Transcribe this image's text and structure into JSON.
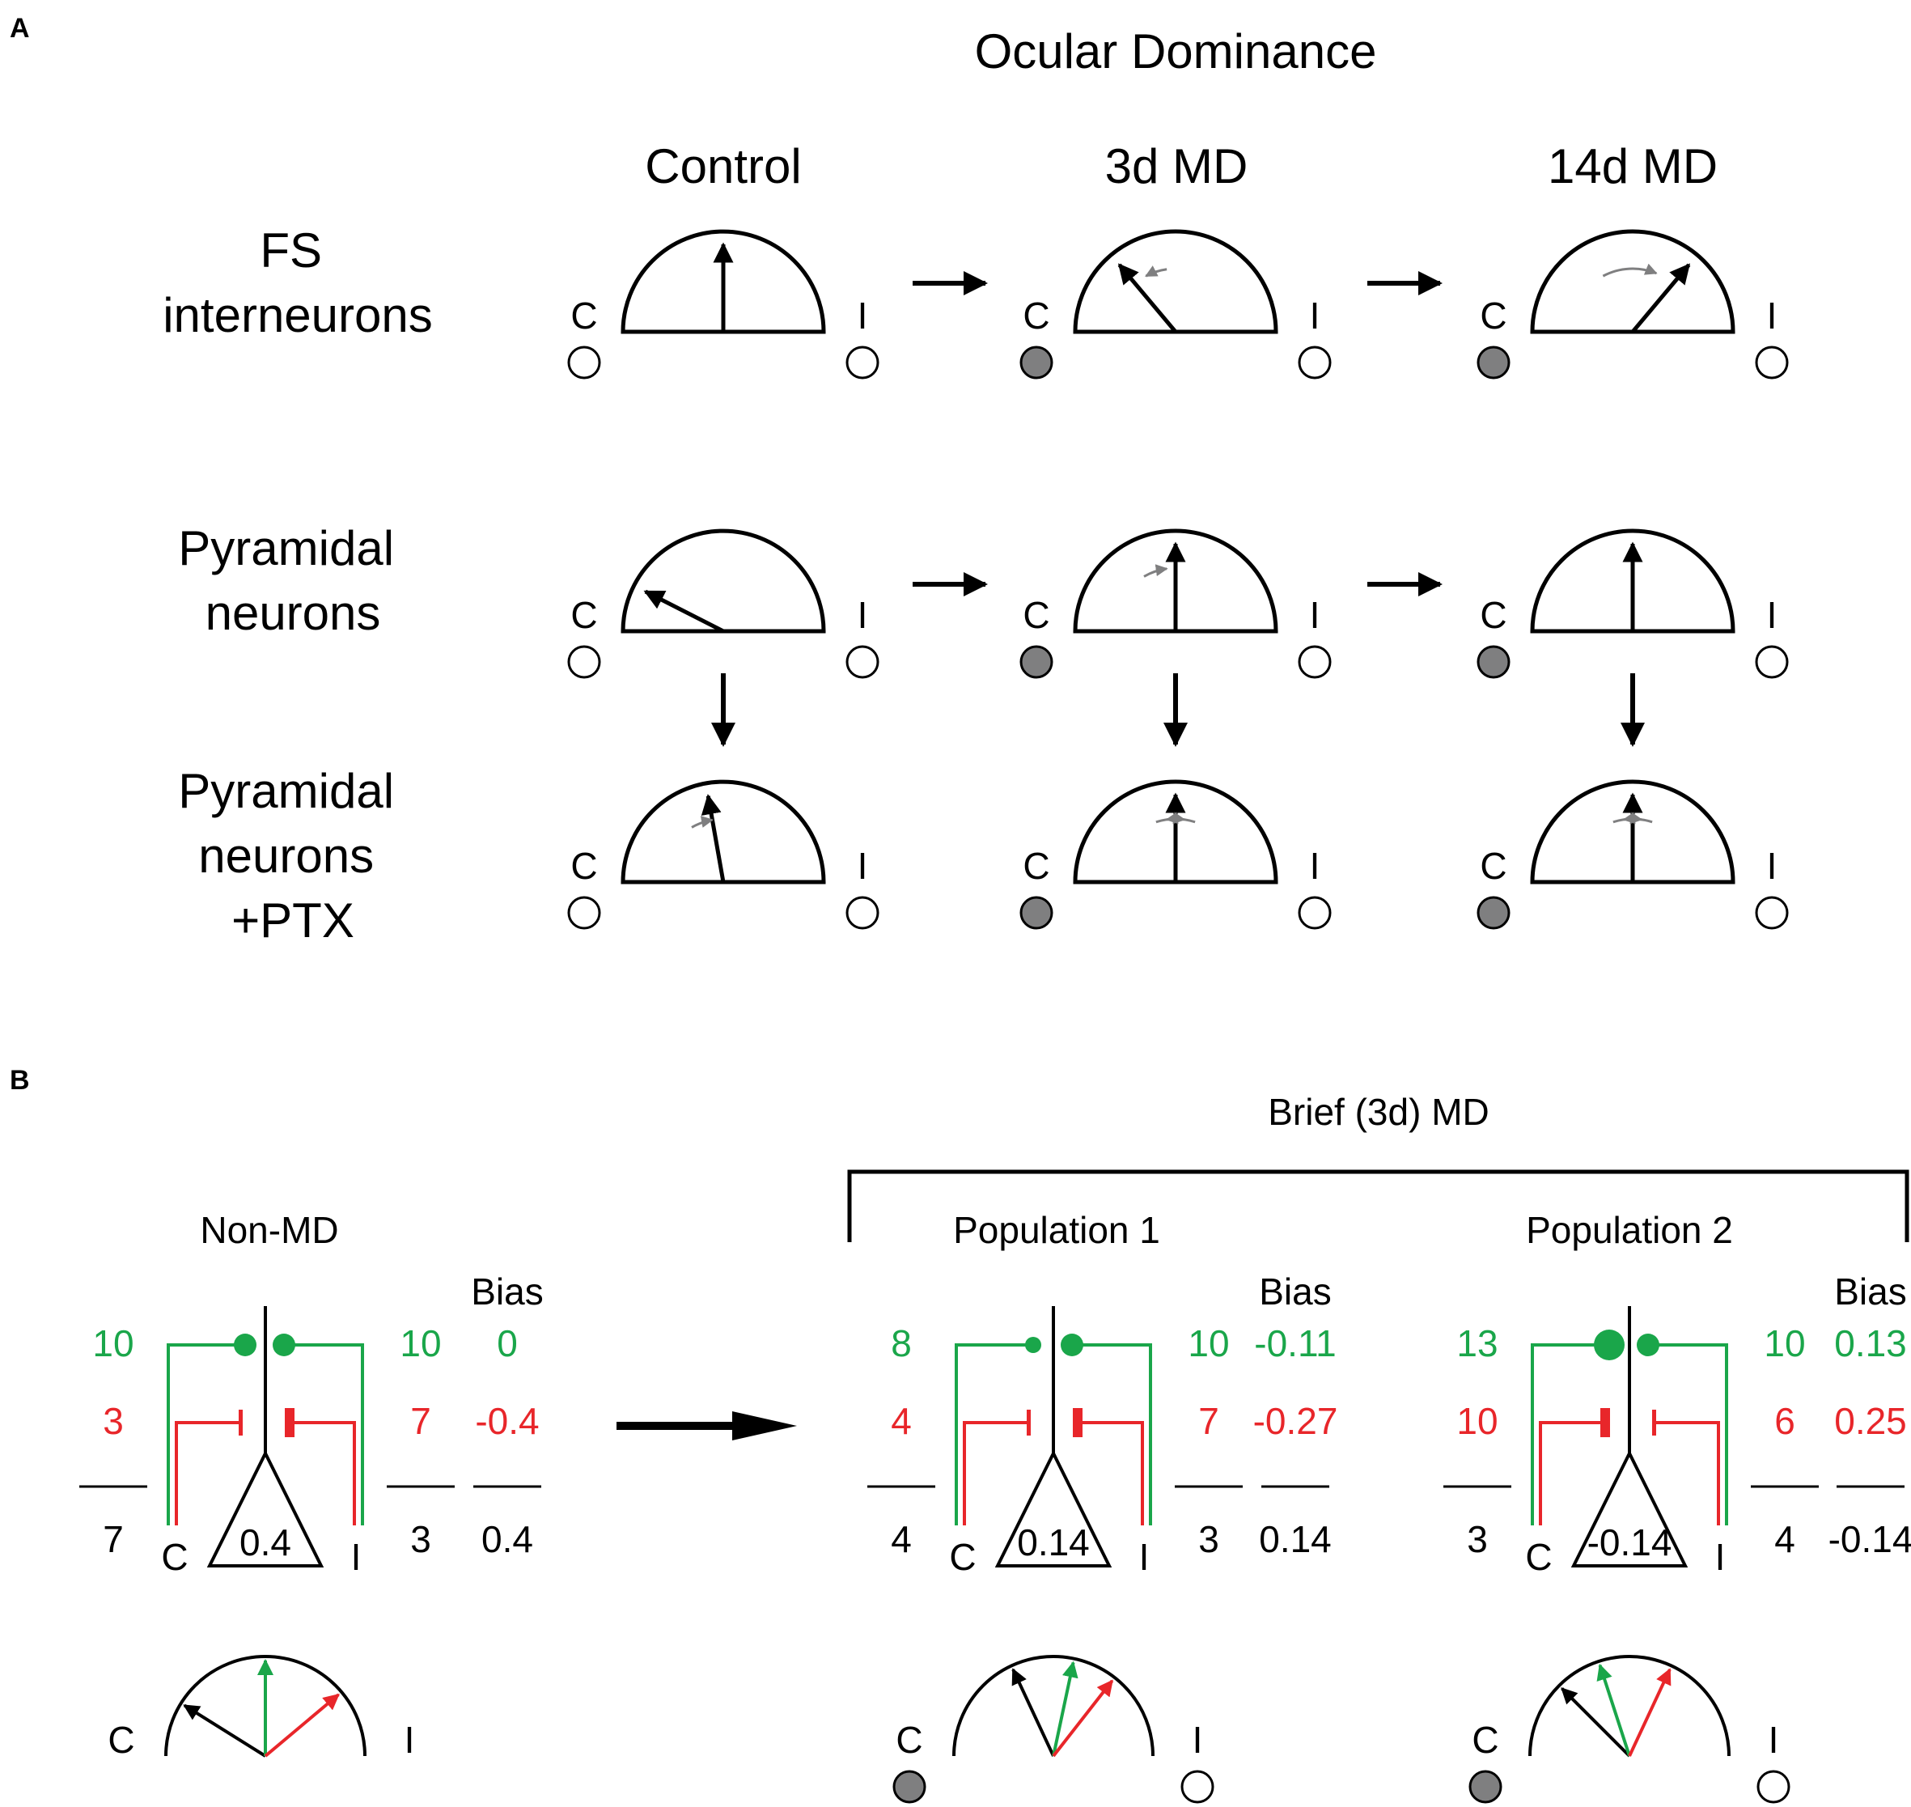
{
  "panel_a": {
    "label": "A",
    "title": "Ocular Dominance",
    "columns": [
      "Control",
      "3d MD",
      "14d MD"
    ],
    "rows": [
      [
        "FS",
        "interneurons"
      ],
      [
        "Pyramidal",
        "neurons"
      ],
      [
        "Pyramidal",
        "neurons",
        "+PTX"
      ]
    ],
    "eye_contra": "C",
    "eye_ipsi": "I",
    "needle_angles_deg": [
      [
        0,
        -40,
        40
      ],
      [
        -63,
        0,
        0
      ],
      [
        -10,
        0,
        0
      ]
    ],
    "closed_eye_columns": [
      false,
      true,
      true
    ]
  },
  "panel_b": {
    "label": "B",
    "brief_md_title": "Brief (3d) MD",
    "bias_label": "Bias",
    "eye_contra": "C",
    "eye_ipsi": "I",
    "colors": {
      "excitation": "#1aa64a",
      "inhibition": "#e8262a",
      "net": "#000000",
      "closed_eye": "#7f7f80"
    },
    "groups": [
      {
        "title": "Non-MD",
        "exc_c": "10",
        "exc_i": "10",
        "exc_bias": "0",
        "inh_c": "3",
        "inh_i": "7",
        "inh_bias": "-0.4",
        "net_c": "7",
        "net_i": "3",
        "net_bias": "0.4",
        "cell_value": "0.4",
        "closed_eye": false
      },
      {
        "title": "Population 1",
        "exc_c": "8",
        "exc_i": "10",
        "exc_bias": "-0.11",
        "inh_c": "4",
        "inh_i": "7",
        "inh_bias": "-0.27",
        "net_c": "4",
        "net_i": "3",
        "net_bias": "0.14",
        "cell_value": "0.14",
        "closed_eye": true
      },
      {
        "title": "Population 2",
        "exc_c": "13",
        "exc_i": "10",
        "exc_bias": "0.13",
        "inh_c": "10",
        "inh_i": "6",
        "inh_bias": "0.25",
        "net_c": "3",
        "net_i": "4",
        "net_bias": "-0.14",
        "cell_value": "-0.14",
        "closed_eye": true
      }
    ]
  }
}
